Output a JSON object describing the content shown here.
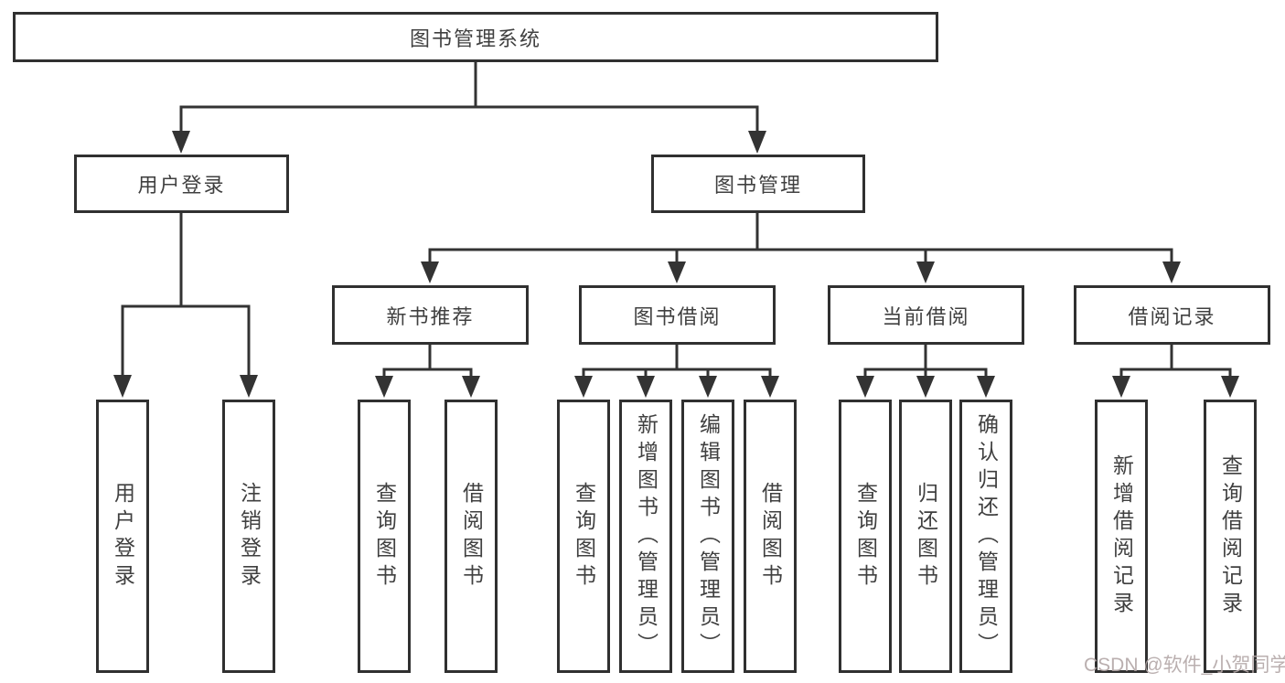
{
  "tree": {
    "label": "图书管理系统",
    "children": [
      {
        "label": "用户登录",
        "children": [
          {
            "label": "用户登录"
          },
          {
            "label": "注销登录"
          }
        ]
      },
      {
        "label": "图书管理",
        "children": [
          {
            "label": "新书推荐",
            "children": [
              {
                "label": "查询图书"
              },
              {
                "label": "借阅图书"
              }
            ]
          },
          {
            "label": "图书借阅",
            "children": [
              {
                "label": "查询图书"
              },
              {
                "label": "新增图书（管理员）"
              },
              {
                "label": "编辑图书（管理员）"
              },
              {
                "label": "借阅图书"
              }
            ]
          },
          {
            "label": "当前借阅",
            "children": [
              {
                "label": "查询图书"
              },
              {
                "label": "归还图书"
              },
              {
                "label": "确认归还（管理员）"
              }
            ]
          },
          {
            "label": "借阅记录",
            "children": [
              {
                "label": "新增借阅记录"
              },
              {
                "label": "查询借阅记录"
              }
            ]
          }
        ]
      }
    ]
  },
  "watermark": "CSDN @软件_小贺同学",
  "colors": {
    "line": "#333333",
    "box_border": "#303030",
    "text": "#404040",
    "background": "#ffffff",
    "watermark": "#b3a7a7"
  }
}
